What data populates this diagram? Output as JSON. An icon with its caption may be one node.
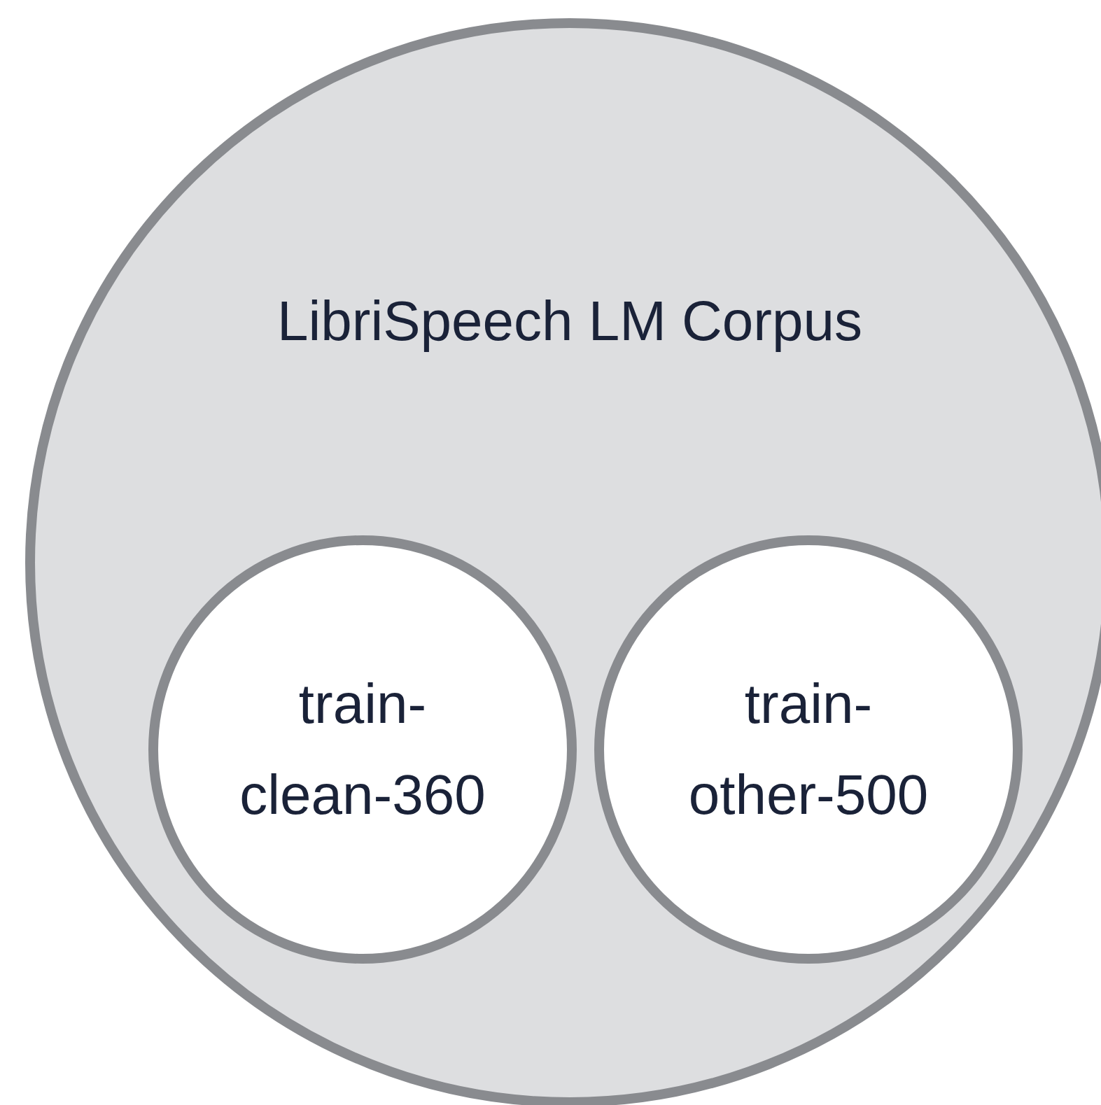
{
  "diagram": {
    "nodes": [
      {
        "text": [
          "LibriSpeech LM Corpus"
        ]
      },
      {
        "text": [
          "train-clean-360"
        ],
        "in": 0
      },
      {
        "text": [
          "train-other-500"
        ],
        "in": 0
      }
    ]
  }
}
